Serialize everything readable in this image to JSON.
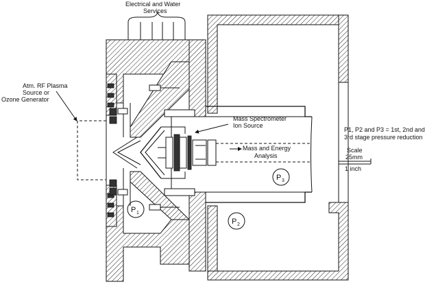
{
  "labels": {
    "services": [
      "Electrical and Water",
      "Services"
    ],
    "source": [
      "Atm. RF Plasma",
      "Source or",
      "Ozone Generator"
    ],
    "ion_source": [
      "Mass Spectrometer",
      "Ion Source"
    ],
    "analysis": [
      "Mass and Energy",
      "Analysis"
    ],
    "pressure_note": [
      "P1, P2 and P3 = 1st, 2nd and",
      "3rd stage pressure reduction"
    ],
    "scale_title": "Scale",
    "scale_mm": "25mm",
    "scale_in": "1 inch",
    "p1": "P",
    "p1_sub": "1",
    "p2": "P",
    "p2_sub": "2",
    "p3": "P",
    "p3_sub": "3"
  }
}
